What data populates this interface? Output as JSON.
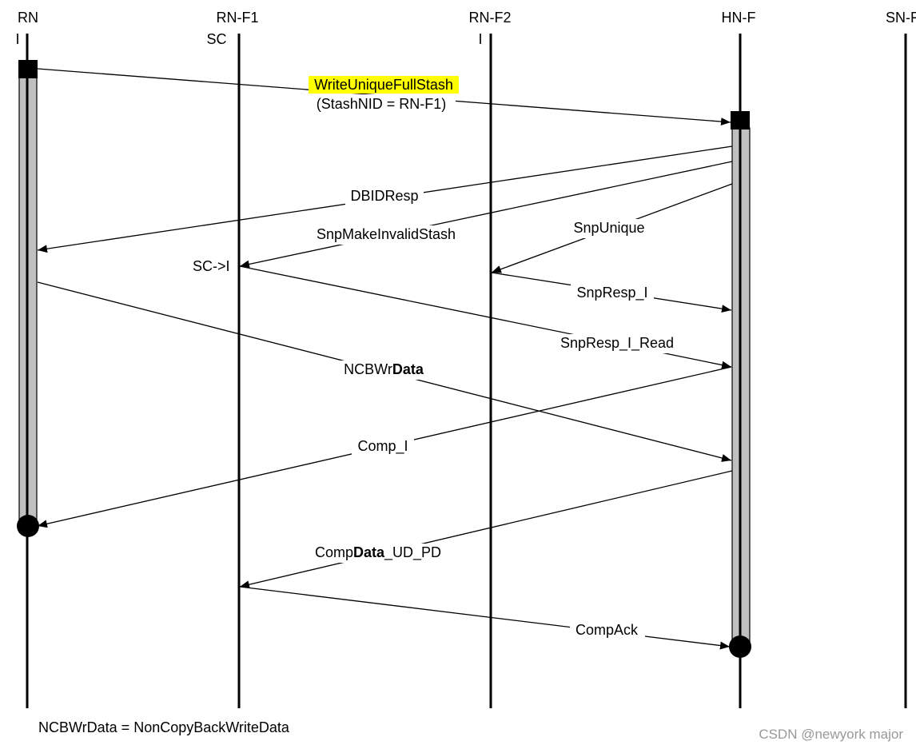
{
  "nodes": [
    {
      "id": "rn",
      "name": "RN",
      "state": "I"
    },
    {
      "id": "rnf1",
      "name": "RN-F1",
      "state": "SC"
    },
    {
      "id": "rnf2",
      "name": "RN-F2",
      "state": "I"
    },
    {
      "id": "hnf",
      "name": "HN-F",
      "state": ""
    },
    {
      "id": "snf",
      "name": "SN-F",
      "state": ""
    }
  ],
  "messages": [
    {
      "id": "write",
      "from": "rn",
      "to": "hnf",
      "parts": [
        {
          "text": "WriteUniqueFullStash",
          "bold": false
        }
      ],
      "sublabel": "(StashNID = RN-F1)",
      "highlight": "#ffff00"
    },
    {
      "id": "dbid",
      "from": "hnf",
      "to": "rn",
      "parts": [
        {
          "text": "DBIDResp",
          "bold": false
        }
      ]
    },
    {
      "id": "snpmis",
      "from": "hnf",
      "to": "rnf1",
      "parts": [
        {
          "text": "SnpMakeInvalidStash",
          "bold": false
        }
      ]
    },
    {
      "id": "snpu",
      "from": "hnf",
      "to": "rnf2",
      "parts": [
        {
          "text": "SnpUnique",
          "bold": false
        }
      ]
    },
    {
      "id": "respi",
      "from": "rnf2",
      "to": "hnf",
      "parts": [
        {
          "text": "SnpResp_I",
          "bold": false
        }
      ]
    },
    {
      "id": "respiread",
      "from": "rnf1",
      "to": "hnf",
      "parts": [
        {
          "text": "SnpResp_I_Read",
          "bold": false
        }
      ]
    },
    {
      "id": "ncbw",
      "from": "rn",
      "to": "hnf",
      "parts": [
        {
          "text": "NCBWr",
          "bold": false
        },
        {
          "text": "Data",
          "bold": true
        }
      ]
    },
    {
      "id": "compi",
      "from": "hnf",
      "to": "rn",
      "parts": [
        {
          "text": "Comp_I",
          "bold": false
        }
      ]
    },
    {
      "id": "compdata",
      "from": "hnf",
      "to": "rnf1",
      "parts": [
        {
          "text": "Comp",
          "bold": false
        },
        {
          "text": "Data",
          "bold": true
        },
        {
          "text": "_UD_PD",
          "bold": false
        }
      ]
    },
    {
      "id": "compack",
      "from": "rnf1",
      "to": "hnf",
      "parts": [
        {
          "text": "CompAck",
          "bold": false
        }
      ]
    }
  ],
  "state_change": "SC->I",
  "footnote": "NCBWrData = NonCopyBackWriteData",
  "watermark": "CSDN @newyork major",
  "colors": {
    "highlight": "#ffff00",
    "activation": "#c0c0c0",
    "line": "#000000",
    "watermark": "#999999"
  }
}
